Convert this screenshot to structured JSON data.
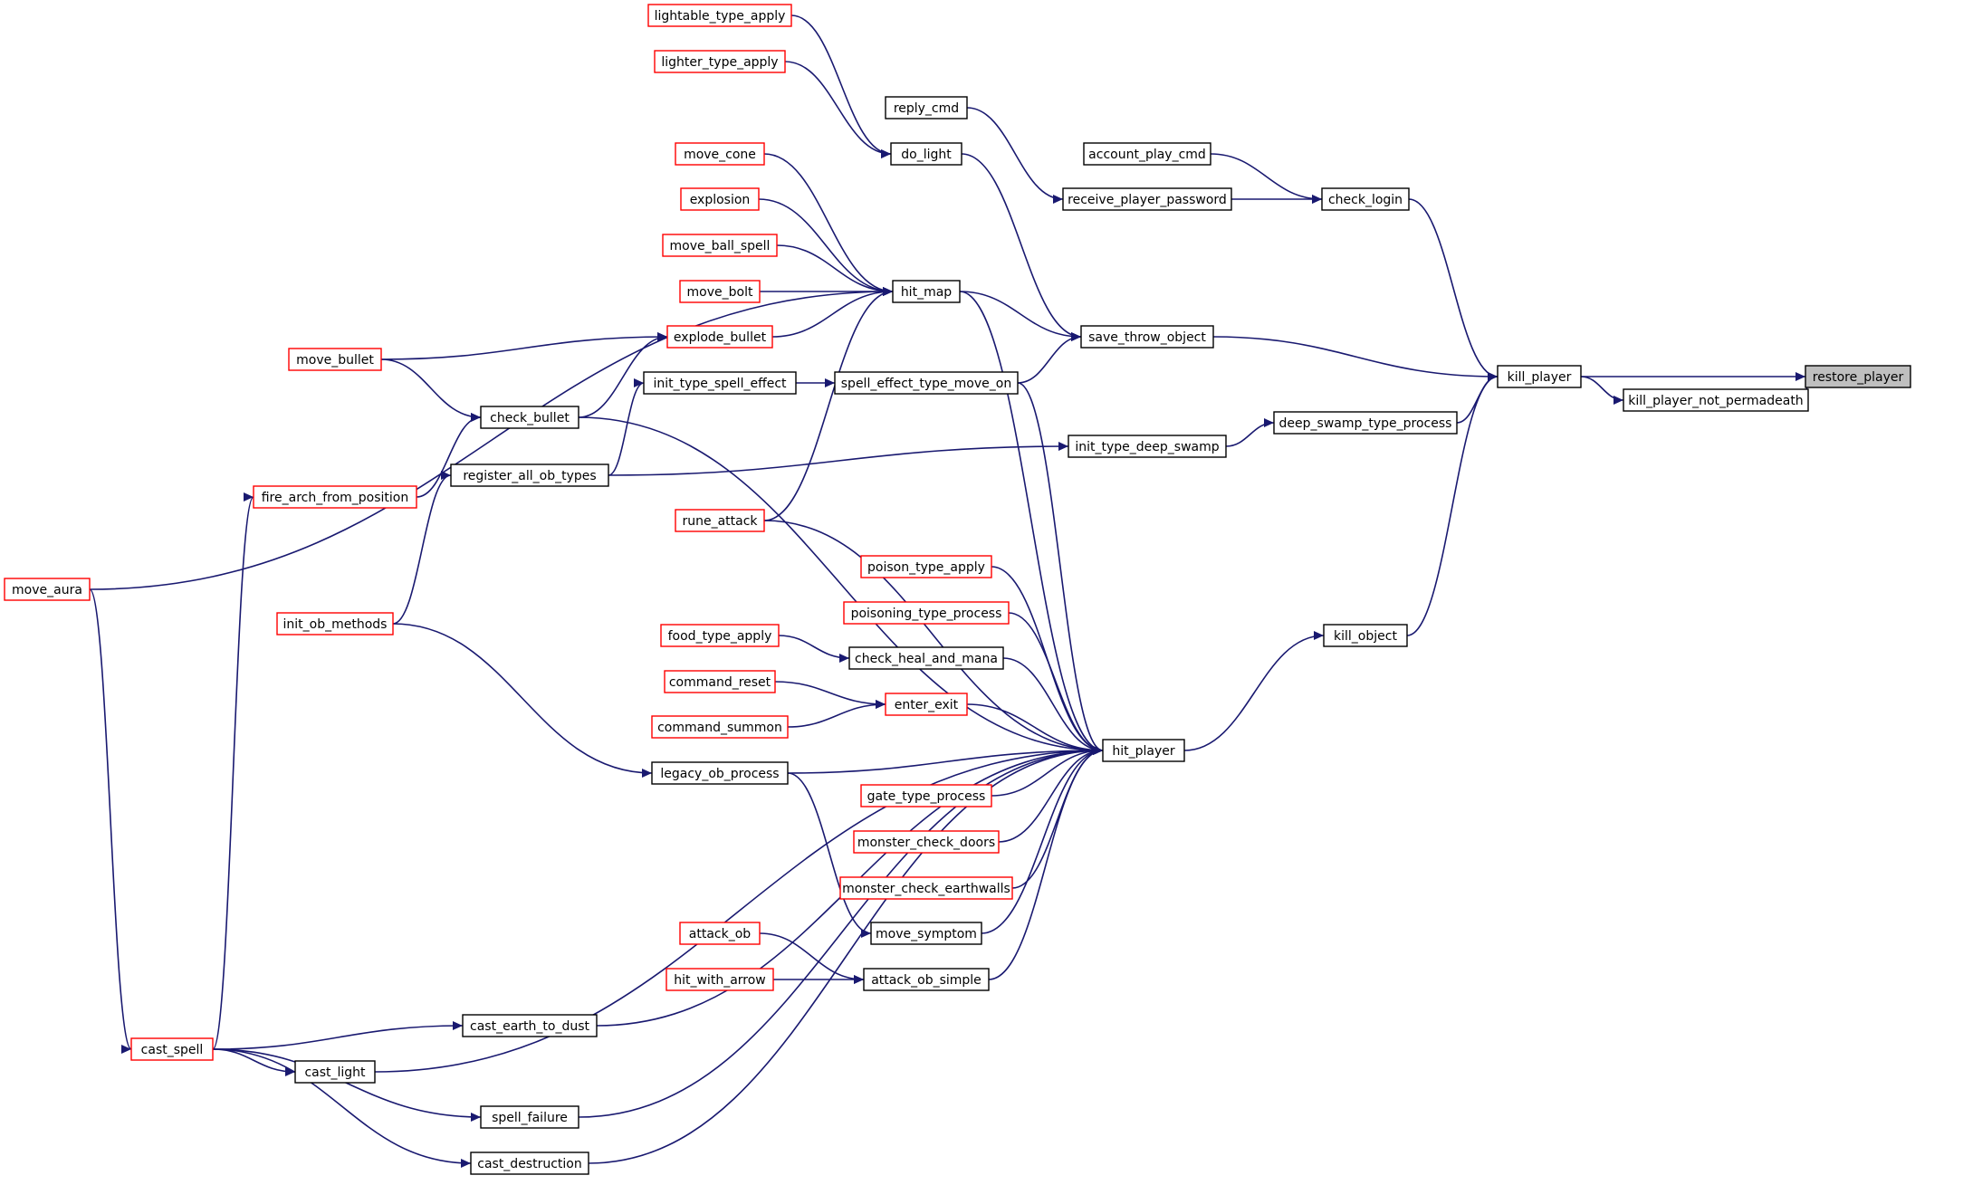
{
  "colors": {
    "edge": "#191970",
    "border_normal": "#000000",
    "border_truncated": "#ff0000",
    "root_fill": "#bfbfbf"
  },
  "nodes": [
    {
      "id": "restore_player",
      "label": "restore_player",
      "kind": "root"
    },
    {
      "id": "kill_player",
      "label": "kill_player",
      "kind": "normal"
    },
    {
      "id": "kill_player_not_permadeath",
      "label": "kill_player_not_permadeath",
      "kind": "normal"
    },
    {
      "id": "check_login",
      "label": "check_login",
      "kind": "normal"
    },
    {
      "id": "save_throw_object",
      "label": "save_throw_object",
      "kind": "normal"
    },
    {
      "id": "deep_swamp_type_process",
      "label": "deep_swamp_type_process",
      "kind": "normal"
    },
    {
      "id": "kill_object",
      "label": "kill_object",
      "kind": "normal"
    },
    {
      "id": "account_play_cmd",
      "label": "account_play_cmd",
      "kind": "normal"
    },
    {
      "id": "receive_player_password",
      "label": "receive_player_password",
      "kind": "normal"
    },
    {
      "id": "reply_cmd",
      "label": "reply_cmd",
      "kind": "normal"
    },
    {
      "id": "do_light",
      "label": "do_light",
      "kind": "normal"
    },
    {
      "id": "hit_map",
      "label": "hit_map",
      "kind": "normal"
    },
    {
      "id": "spell_effect_type_move_on",
      "label": "spell_effect_type_move_on",
      "kind": "normal"
    },
    {
      "id": "init_type_deep_swamp",
      "label": "init_type_deep_swamp",
      "kind": "normal"
    },
    {
      "id": "hit_player",
      "label": "hit_player",
      "kind": "normal"
    },
    {
      "id": "lightable_type_apply",
      "label": "lightable_type_apply",
      "kind": "truncated"
    },
    {
      "id": "lighter_type_apply",
      "label": "lighter_type_apply",
      "kind": "truncated"
    },
    {
      "id": "move_cone",
      "label": "move_cone",
      "kind": "truncated"
    },
    {
      "id": "explosion",
      "label": "explosion",
      "kind": "truncated"
    },
    {
      "id": "move_ball_spell",
      "label": "move_ball_spell",
      "kind": "truncated"
    },
    {
      "id": "move_bolt",
      "label": "move_bolt",
      "kind": "truncated"
    },
    {
      "id": "explode_bullet",
      "label": "explode_bullet",
      "kind": "truncated"
    },
    {
      "id": "init_type_spell_effect",
      "label": "init_type_spell_effect",
      "kind": "normal"
    },
    {
      "id": "register_all_ob_types",
      "label": "register_all_ob_types",
      "kind": "normal"
    },
    {
      "id": "rune_attack",
      "label": "rune_attack",
      "kind": "truncated"
    },
    {
      "id": "poison_type_apply",
      "label": "poison_type_apply",
      "kind": "truncated"
    },
    {
      "id": "poisoning_type_process",
      "label": "poisoning_type_process",
      "kind": "truncated"
    },
    {
      "id": "check_heal_and_mana",
      "label": "check_heal_and_mana",
      "kind": "normal"
    },
    {
      "id": "enter_exit",
      "label": "enter_exit",
      "kind": "truncated"
    },
    {
      "id": "legacy_ob_process",
      "label": "legacy_ob_process",
      "kind": "normal"
    },
    {
      "id": "gate_type_process",
      "label": "gate_type_process",
      "kind": "truncated"
    },
    {
      "id": "monster_check_doors",
      "label": "monster_check_doors",
      "kind": "truncated"
    },
    {
      "id": "monster_check_earthwalls",
      "label": "monster_check_earthwalls",
      "kind": "truncated"
    },
    {
      "id": "move_symptom",
      "label": "move_symptom",
      "kind": "normal"
    },
    {
      "id": "attack_ob_simple",
      "label": "attack_ob_simple",
      "kind": "normal"
    },
    {
      "id": "cast_earth_to_dust",
      "label": "cast_earth_to_dust",
      "kind": "normal"
    },
    {
      "id": "cast_light",
      "label": "cast_light",
      "kind": "normal"
    },
    {
      "id": "spell_failure",
      "label": "spell_failure",
      "kind": "normal"
    },
    {
      "id": "cast_destruction",
      "label": "cast_destruction",
      "kind": "normal"
    },
    {
      "id": "food_type_apply",
      "label": "food_type_apply",
      "kind": "truncated"
    },
    {
      "id": "command_reset",
      "label": "command_reset",
      "kind": "truncated"
    },
    {
      "id": "command_summon",
      "label": "command_summon",
      "kind": "truncated"
    },
    {
      "id": "attack_ob",
      "label": "attack_ob",
      "kind": "truncated"
    },
    {
      "id": "hit_with_arrow",
      "label": "hit_with_arrow",
      "kind": "truncated"
    },
    {
      "id": "move_bullet",
      "label": "move_bullet",
      "kind": "truncated"
    },
    {
      "id": "check_bullet",
      "label": "check_bullet",
      "kind": "normal"
    },
    {
      "id": "fire_arch_from_position",
      "label": "fire_arch_from_position",
      "kind": "truncated"
    },
    {
      "id": "init_ob_methods",
      "label": "init_ob_methods",
      "kind": "truncated"
    },
    {
      "id": "move_aura",
      "label": "move_aura",
      "kind": "truncated"
    },
    {
      "id": "cast_spell",
      "label": "cast_spell",
      "kind": "truncated"
    }
  ],
  "edges": [
    {
      "from": "kill_player",
      "to": "restore_player"
    },
    {
      "from": "kill_player_not_permadeath",
      "to": "restore_player"
    },
    {
      "from": "check_login",
      "to": "kill_player"
    },
    {
      "from": "save_throw_object",
      "to": "kill_player"
    },
    {
      "from": "deep_swamp_type_process",
      "to": "kill_player"
    },
    {
      "from": "kill_object",
      "to": "kill_player"
    },
    {
      "from": "kill_player",
      "to": "kill_player_not_permadeath"
    },
    {
      "from": "account_play_cmd",
      "to": "check_login"
    },
    {
      "from": "receive_player_password",
      "to": "check_login"
    },
    {
      "from": "reply_cmd",
      "to": "receive_player_password"
    },
    {
      "from": "do_light",
      "to": "save_throw_object"
    },
    {
      "from": "hit_map",
      "to": "save_throw_object"
    },
    {
      "from": "spell_effect_type_move_on",
      "to": "save_throw_object"
    },
    {
      "from": "init_type_deep_swamp",
      "to": "deep_swamp_type_process"
    },
    {
      "from": "hit_player",
      "to": "kill_object"
    },
    {
      "from": "lightable_type_apply",
      "to": "do_light"
    },
    {
      "from": "lighter_type_apply",
      "to": "do_light"
    },
    {
      "from": "move_cone",
      "to": "hit_map"
    },
    {
      "from": "explosion",
      "to": "hit_map"
    },
    {
      "from": "move_ball_spell",
      "to": "hit_map"
    },
    {
      "from": "move_bolt",
      "to": "hit_map"
    },
    {
      "from": "explode_bullet",
      "to": "hit_map"
    },
    {
      "from": "rune_attack",
      "to": "hit_map"
    },
    {
      "from": "move_aura",
      "to": "hit_map"
    },
    {
      "from": "init_type_spell_effect",
      "to": "spell_effect_type_move_on"
    },
    {
      "from": "register_all_ob_types",
      "to": "init_type_spell_effect"
    },
    {
      "from": "register_all_ob_types",
      "to": "init_type_deep_swamp"
    },
    {
      "from": "init_ob_methods",
      "to": "register_all_ob_types"
    },
    {
      "from": "init_ob_methods",
      "to": "legacy_ob_process"
    },
    {
      "from": "hit_map",
      "to": "hit_player"
    },
    {
      "from": "spell_effect_type_move_on",
      "to": "hit_player"
    },
    {
      "from": "check_bullet",
      "to": "hit_player"
    },
    {
      "from": "rune_attack",
      "to": "hit_player"
    },
    {
      "from": "poison_type_apply",
      "to": "hit_player"
    },
    {
      "from": "poisoning_type_process",
      "to": "hit_player"
    },
    {
      "from": "check_heal_and_mana",
      "to": "hit_player"
    },
    {
      "from": "enter_exit",
      "to": "hit_player"
    },
    {
      "from": "legacy_ob_process",
      "to": "hit_player"
    },
    {
      "from": "gate_type_process",
      "to": "hit_player"
    },
    {
      "from": "monster_check_doors",
      "to": "hit_player"
    },
    {
      "from": "monster_check_earthwalls",
      "to": "hit_player"
    },
    {
      "from": "move_symptom",
      "to": "hit_player"
    },
    {
      "from": "attack_ob_simple",
      "to": "hit_player"
    },
    {
      "from": "cast_earth_to_dust",
      "to": "hit_player"
    },
    {
      "from": "cast_light",
      "to": "hit_player"
    },
    {
      "from": "spell_failure",
      "to": "hit_player"
    },
    {
      "from": "cast_destruction",
      "to": "hit_player"
    },
    {
      "from": "food_type_apply",
      "to": "check_heal_and_mana"
    },
    {
      "from": "command_reset",
      "to": "enter_exit"
    },
    {
      "from": "command_summon",
      "to": "enter_exit"
    },
    {
      "from": "legacy_ob_process",
      "to": "move_symptom"
    },
    {
      "from": "attack_ob",
      "to": "attack_ob_simple"
    },
    {
      "from": "hit_with_arrow",
      "to": "attack_ob_simple"
    },
    {
      "from": "move_bullet",
      "to": "explode_bullet"
    },
    {
      "from": "check_bullet",
      "to": "explode_bullet"
    },
    {
      "from": "move_bullet",
      "to": "check_bullet"
    },
    {
      "from": "fire_arch_from_position",
      "to": "check_bullet"
    },
    {
      "from": "cast_spell",
      "to": "fire_arch_from_position"
    },
    {
      "from": "move_aura",
      "to": "cast_spell"
    },
    {
      "from": "cast_spell",
      "to": "cast_earth_to_dust"
    },
    {
      "from": "cast_spell",
      "to": "cast_light"
    },
    {
      "from": "cast_spell",
      "to": "spell_failure"
    },
    {
      "from": "cast_spell",
      "to": "cast_destruction"
    }
  ]
}
